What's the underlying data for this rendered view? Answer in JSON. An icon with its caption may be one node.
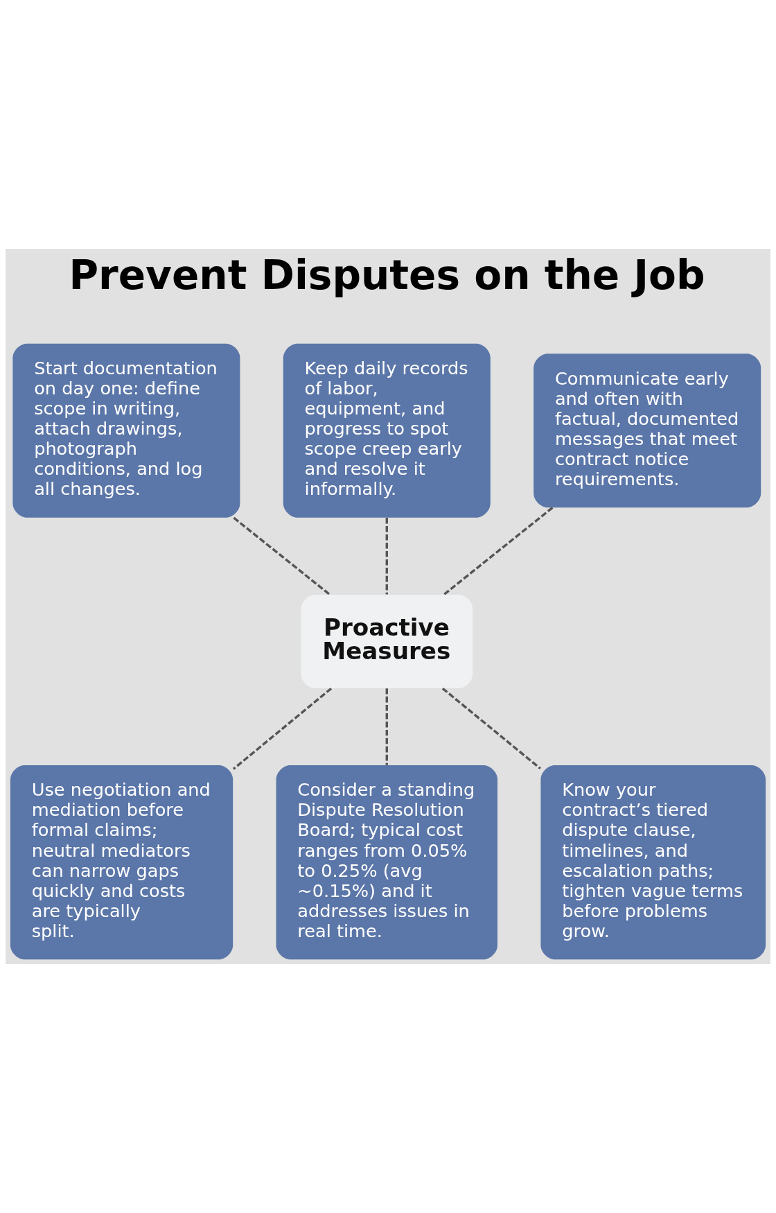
{
  "diagram": {
    "title": "Prevent Disputes on the Job",
    "nodes": [
      {
        "text": [
          "Start documentation on day one: define scope in writing, attach drawings, photograph conditions, and log all changes."
        ]
      },
      {
        "text": [
          "Keep daily records of labor, equipment, and progress to spot scope creep early and resolve it informally."
        ]
      },
      {
        "text": [
          "Communicate early and often with factual, documented messages that meet contract notice requirements."
        ]
      },
      {
        "text": [
          "Proactive Measures"
        ]
      },
      {
        "text": [
          "Use negotiation and mediation before formal claims; neutral mediators can narrow gaps quickly and costs are typically split."
        ]
      },
      {
        "text": [
          "Consider a standing Dispute Resolution Board; typical cost ranges from 0.05% to 0.25% (avg ~0.15%) and it addresses issues in real time."
        ]
      },
      {
        "text": [
          "Know your contract’s tiered dispute clause, timelines, and escalation paths; tighten vague terms before problems grow."
        ]
      }
    ],
    "edges": [
      {
        "from": 0,
        "to": 3,
        "arrow": "none",
        "style": "dashed"
      },
      {
        "from": 1,
        "to": 3,
        "arrow": "none",
        "style": "dashed"
      },
      {
        "from": 2,
        "to": 3,
        "arrow": "none",
        "style": "dashed"
      },
      {
        "from": 3,
        "to": 4,
        "arrow": "none",
        "style": "dashed"
      },
      {
        "from": 3,
        "to": 5,
        "arrow": "none",
        "style": "dashed"
      },
      {
        "from": 3,
        "to": 6,
        "arrow": "none",
        "style": "dashed"
      }
    ]
  }
}
